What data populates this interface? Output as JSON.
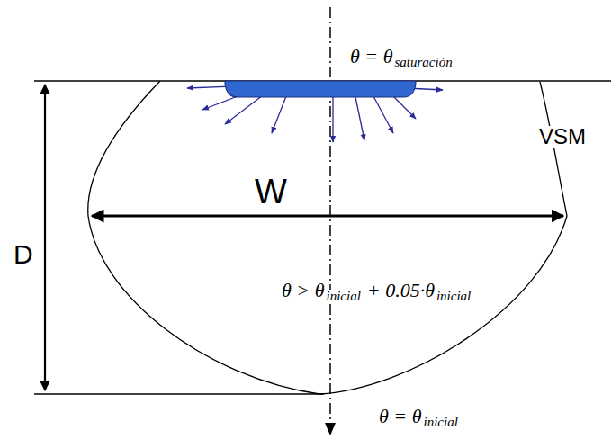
{
  "diagram": {
    "labels": [
      "θ = θ",
      "saturación",
      "VSM",
      "W",
      "D",
      "θ > θ",
      "inicial",
      "+ 0.05·θ",
      "inicial",
      "θ = θ",
      "inicial"
    ]
  }
}
